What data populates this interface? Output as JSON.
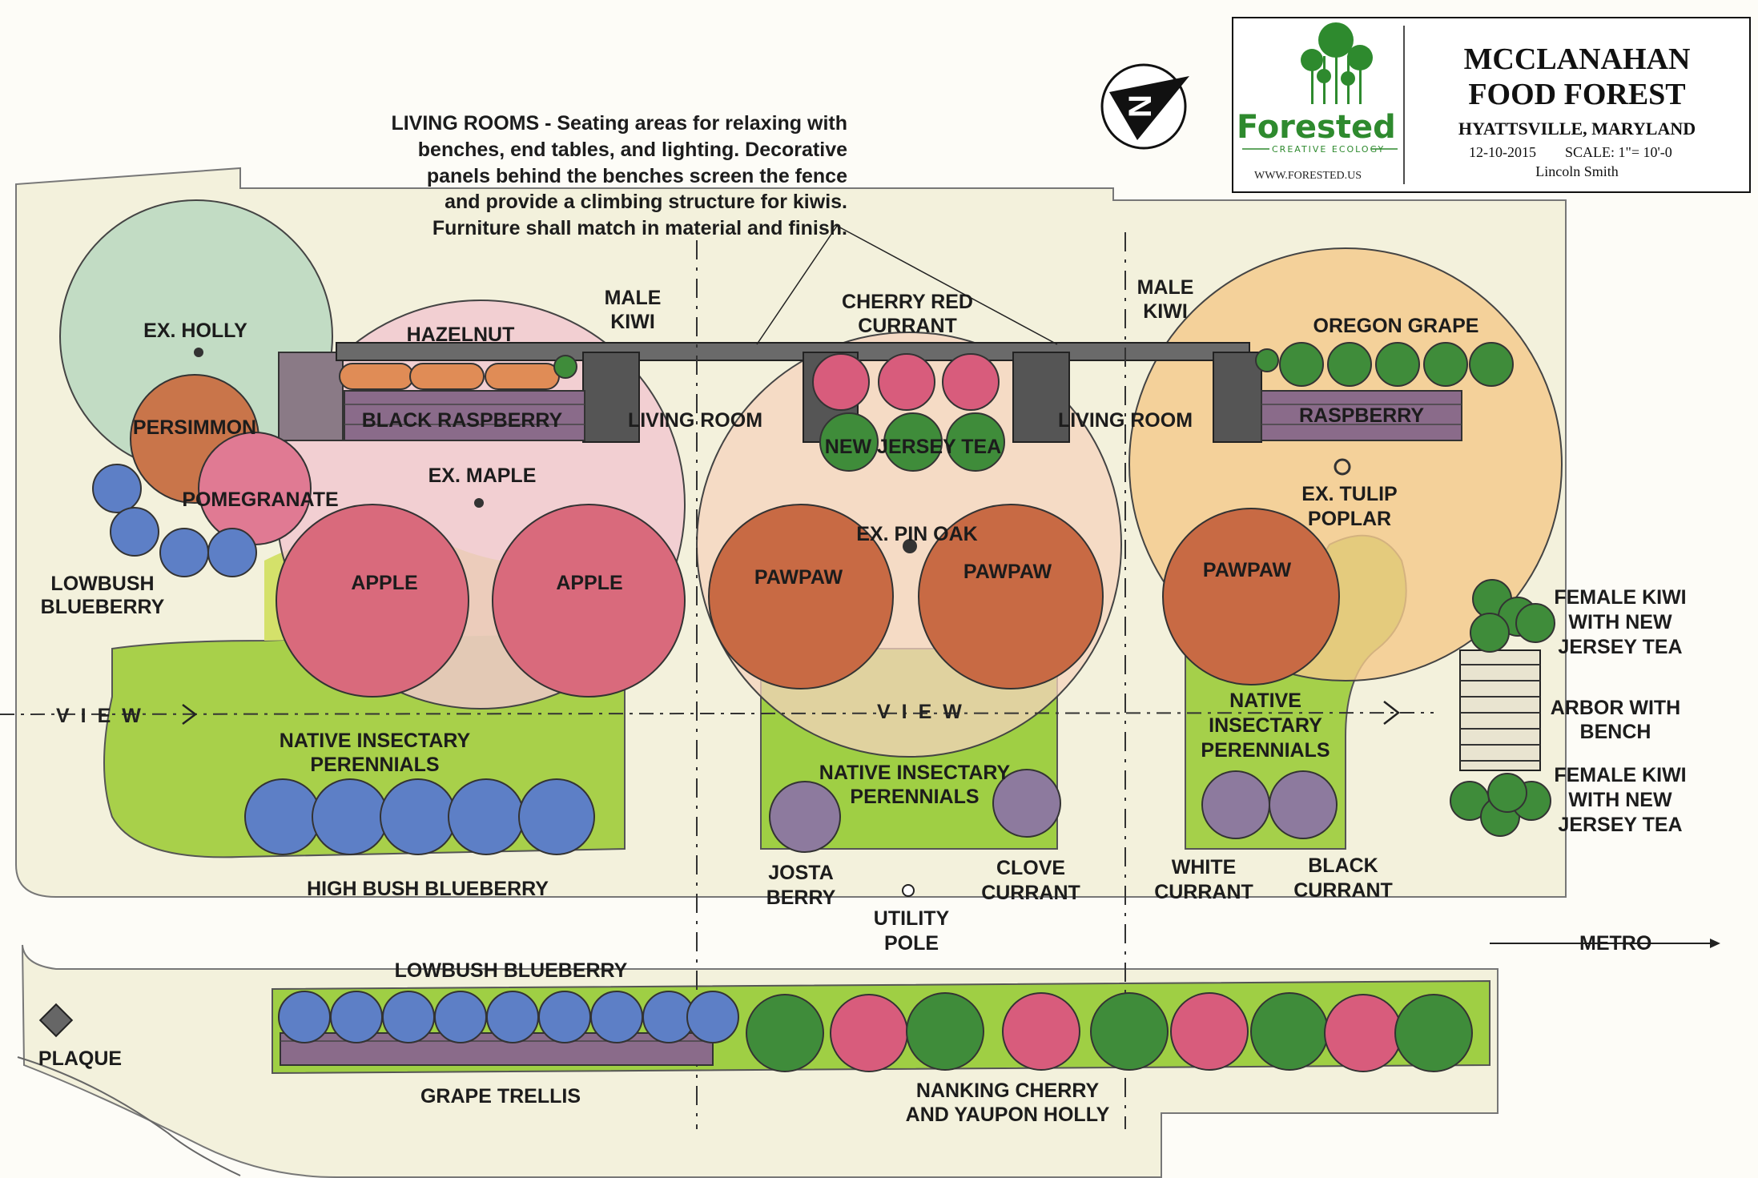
{
  "title_block": {
    "title_line1": "MCCLANAHAN",
    "title_line2": "FOOD FOREST",
    "location": "HYATTSVILLE, MARYLAND",
    "date": "12-10-2015",
    "scale": "SCALE: 1\"= 10'-0",
    "author": "Lincoln Smith",
    "logo_word": "Forested",
    "logo_tagline": "CREATIVE ECOLOGY",
    "logo_url": "WWW.FORESTED.US"
  },
  "compass": {
    "letter": "N"
  },
  "note": {
    "lines": [
      "LIVING ROOMS - Seating areas for relaxing with",
      "benches, end tables, and lighting.  Decorative",
      "panels behind the benches screen the fence",
      "and provide a climbing structure for kiwis.",
      "Furniture shall match in material and finish."
    ]
  },
  "labels": {
    "ex_holly": "EX. HOLLY",
    "persimmon": "PERSIMMON",
    "pomegranate": "POMEGRANATE",
    "lowbush_blueberry_1": "LOWBUSH",
    "lowbush_blueberry_2": "BLUEBERRY",
    "hazelnut": "HAZELNUT",
    "black_raspberry": "BLACK RASPBERRY",
    "male_kiwi_a_1": "MALE",
    "male_kiwi_a_2": "KIWI",
    "ex_maple": "EX. MAPLE",
    "apple_1": "APPLE",
    "apple_2": "APPLE",
    "living_room_1": "LIVING ROOM",
    "cherry_red_currant_1": "CHERRY RED",
    "cherry_red_currant_2": "CURRANT",
    "new_jersey_tea": "NEW JERSEY TEA",
    "living_room_2": "LIVING ROOM",
    "male_kiwi_b_1": "MALE",
    "male_kiwi_b_2": "KIWI",
    "oregon_grape": "OREGON GRAPE",
    "raspberry": "RASPBERRY",
    "ex_tulip_poplar_1": "EX. TULIP",
    "ex_tulip_poplar_2": "POPLAR",
    "ex_pin_oak": "EX. PIN OAK",
    "pawpaw_1": "PAWPAW",
    "pawpaw_2": "PAWPAW",
    "pawpaw_3": "PAWPAW",
    "female_kiwi_top_1": "FEMALE KIWI",
    "female_kiwi_top_2": "WITH NEW",
    "female_kiwi_top_3": "JERSEY TEA",
    "arbor_1": "ARBOR WITH",
    "arbor_2": "BENCH",
    "female_kiwi_bot_1": "FEMALE KIWI",
    "female_kiwi_bot_2": "WITH NEW",
    "female_kiwi_bot_3": "JERSEY TEA",
    "view_left": "VIEW",
    "view_mid": "VIEW",
    "native_insectary_left_1": "NATIVE INSECTARY",
    "native_insectary_left_2": "PERENNIALS",
    "native_insectary_mid_1": "NATIVE INSECTARY",
    "native_insectary_mid_2": "PERENNIALS",
    "native_insectary_right_1": "NATIVE",
    "native_insectary_right_2": "INSECTARY",
    "native_insectary_right_3": "PERENNIALS",
    "high_bush_blueberry": "HIGH BUSH BLUEBERRY",
    "josta_berry_1": "JOSTA",
    "josta_berry_2": "BERRY",
    "clove_currant_1": "CLOVE",
    "clove_currant_2": "CURRANT",
    "white_currant_1": "WHITE",
    "white_currant_2": "CURRANT",
    "black_currant_1": "BLACK",
    "black_currant_2": "CURRANT",
    "utility_pole_1": "UTILITY",
    "utility_pole_2": "POLE",
    "metro": "METRO",
    "lowbush_blueberry_bottom": "LOWBUSH BLUEBERRY",
    "plaque": "PLAQUE",
    "grape_trellis": "GRAPE TRELLIS",
    "nanking_1": "NANKING CHERRY",
    "nanking_2": "AND YAUPON HOLLY"
  },
  "colors": {
    "lawn": "#f3f1dc",
    "bed_green": "#9ccb3f",
    "bed_yellow": "#d6df6a",
    "holly": "#b9d8bf",
    "maple": "#f1c7cf",
    "pin_oak": "#f5d3bd",
    "tulip_poplar": "#f4c98a",
    "apple": "#d96a7c",
    "pawpaw": "#c86a44",
    "persimmon": "#c9754a",
    "pomegranate": "#e07a93",
    "blueberry": "#5d7fc6",
    "currant_purple": "#8d7a9e",
    "shrub_green": "#3f8c3a",
    "cherry_pink": "#d85c7c",
    "hazelnut": "#e08c56",
    "raspberry": "#8a6b8a",
    "fence": "#444444",
    "brand_green": "#2e8a2e"
  }
}
